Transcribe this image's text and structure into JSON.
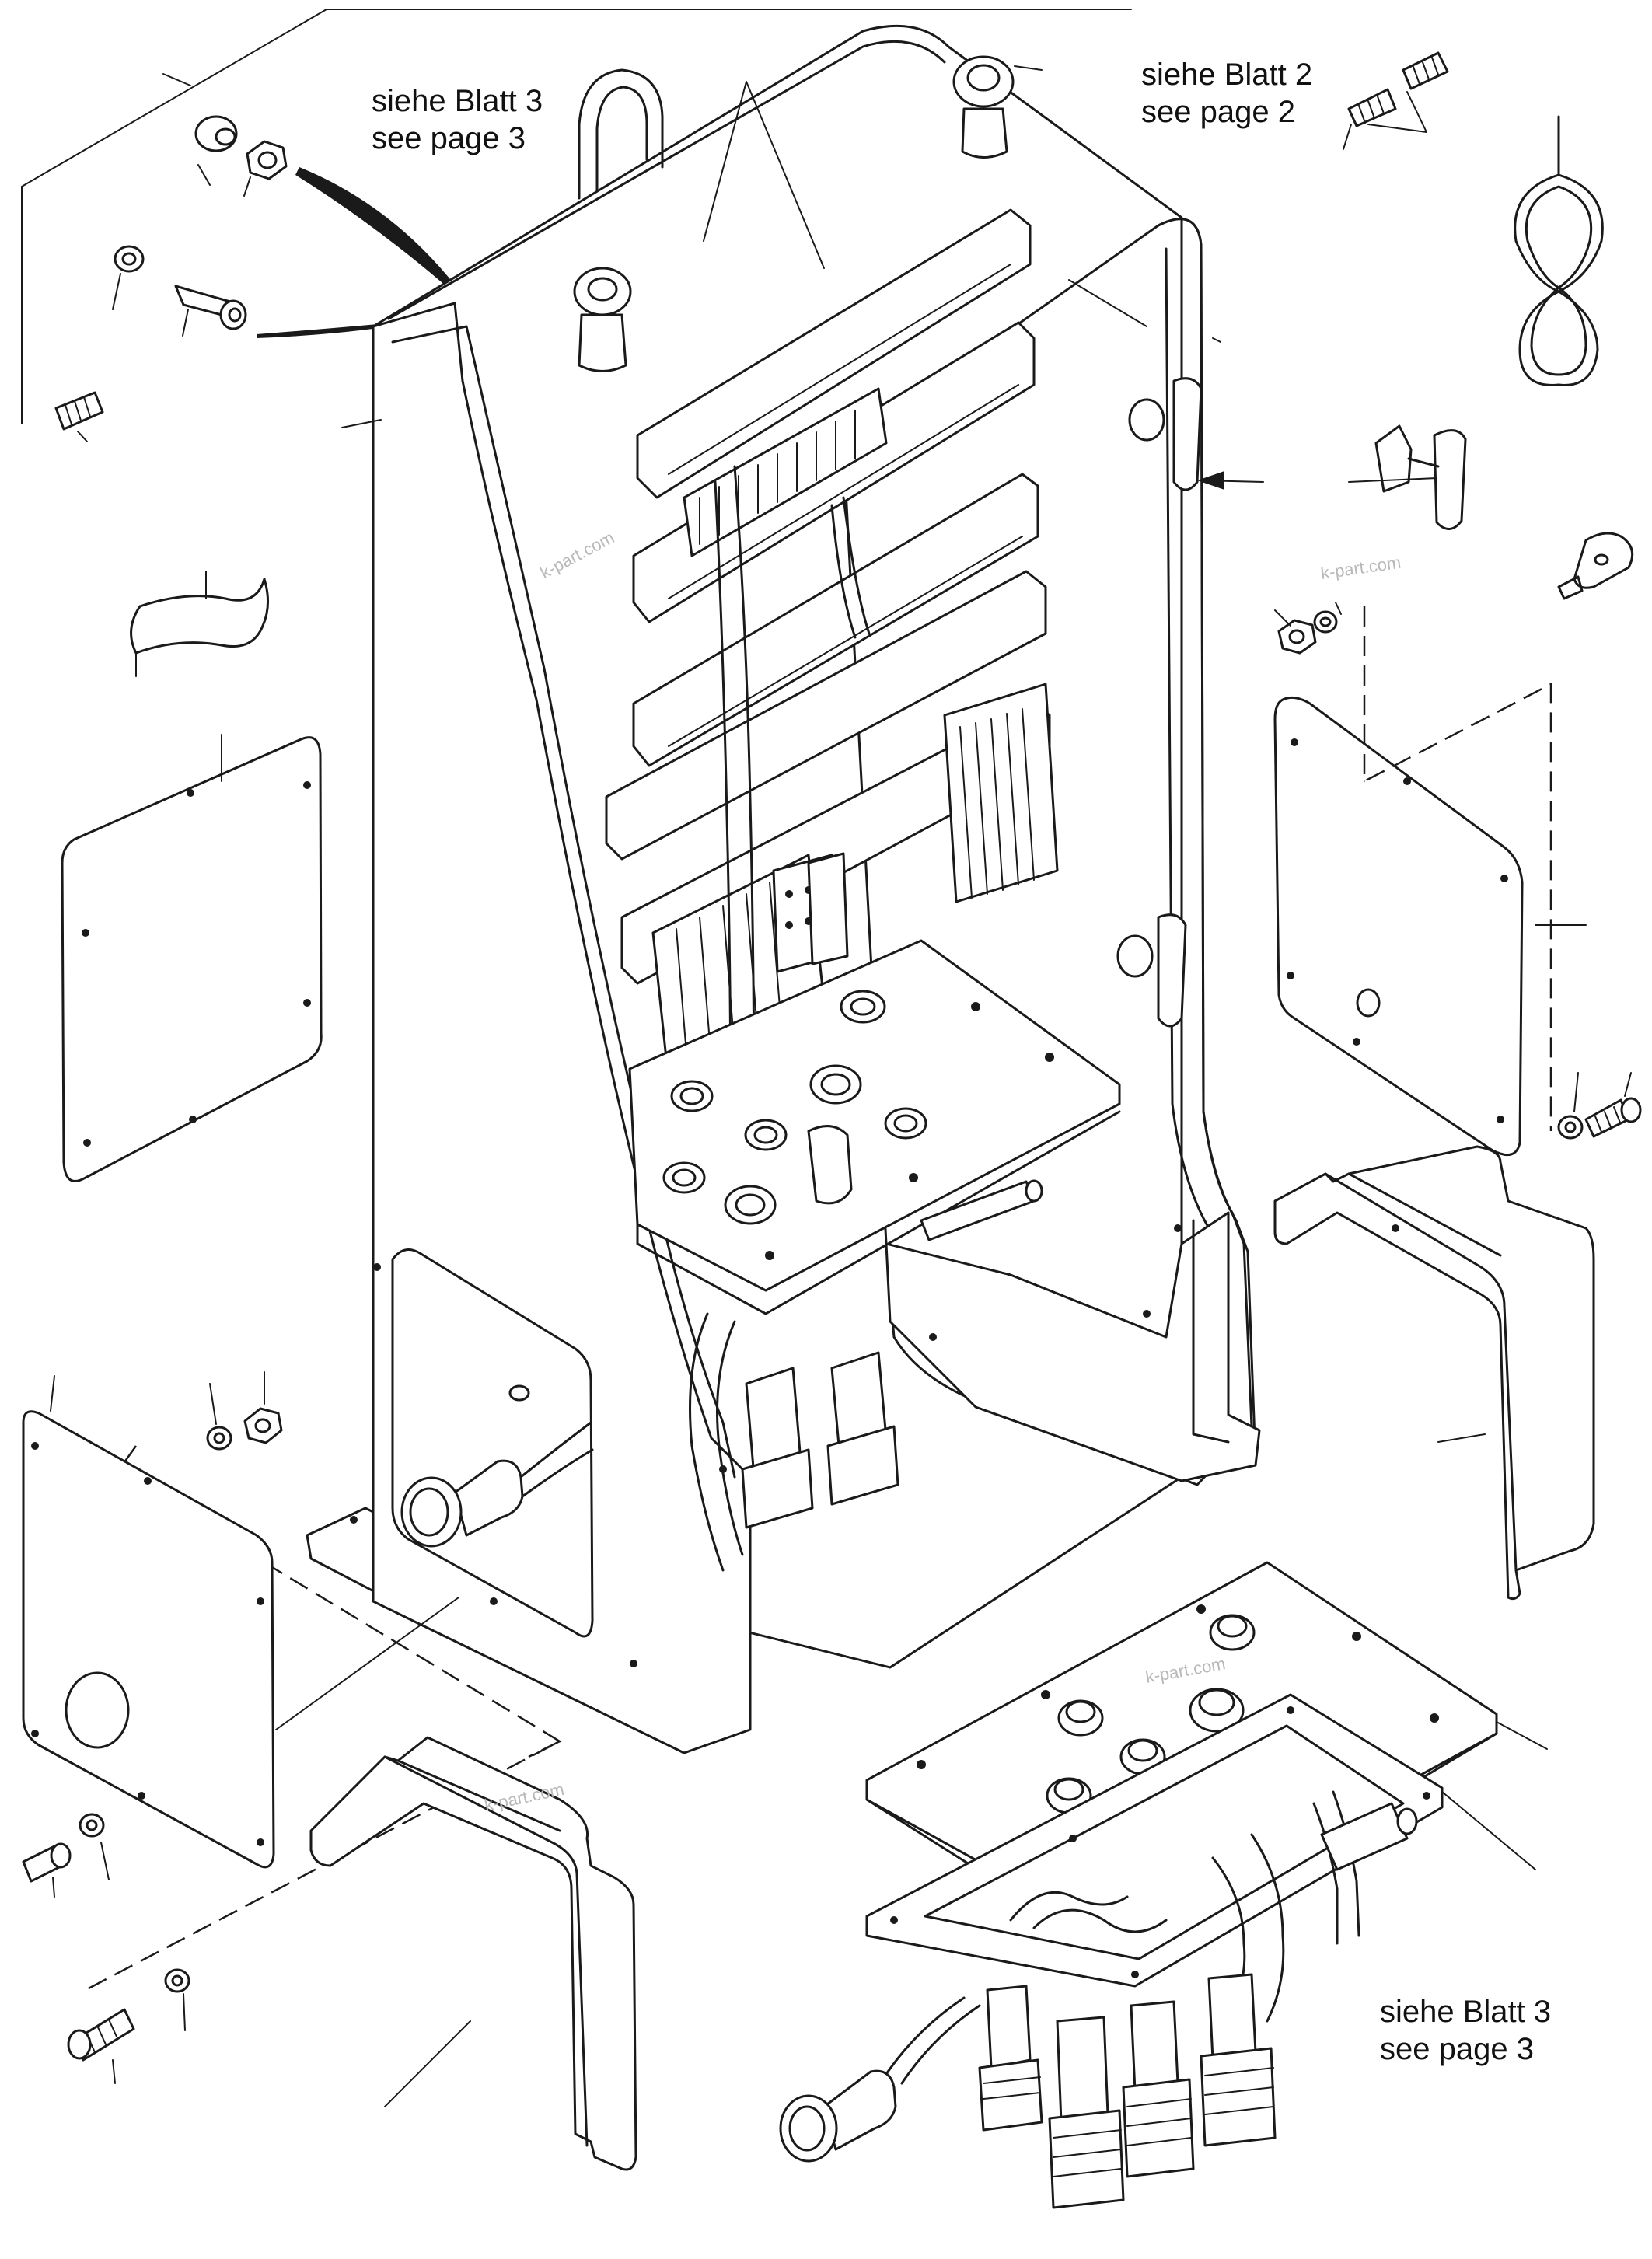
{
  "notes": {
    "top_left": {
      "line1": "siehe Blatt 3",
      "line2": "see page 3"
    },
    "top_right": {
      "line1": "siehe Blatt 2",
      "line2": "see page 2"
    },
    "bottom_right": {
      "line1": "siehe Blatt 3",
      "line2": "see page 3"
    }
  },
  "watermarks": [
    "k-part.com",
    "k-part.com",
    "k-part.com",
    "k-part.com"
  ],
  "colors": {
    "line": "#1a1a1a",
    "background": "#ffffff",
    "watermark": "#b8b8b8"
  }
}
